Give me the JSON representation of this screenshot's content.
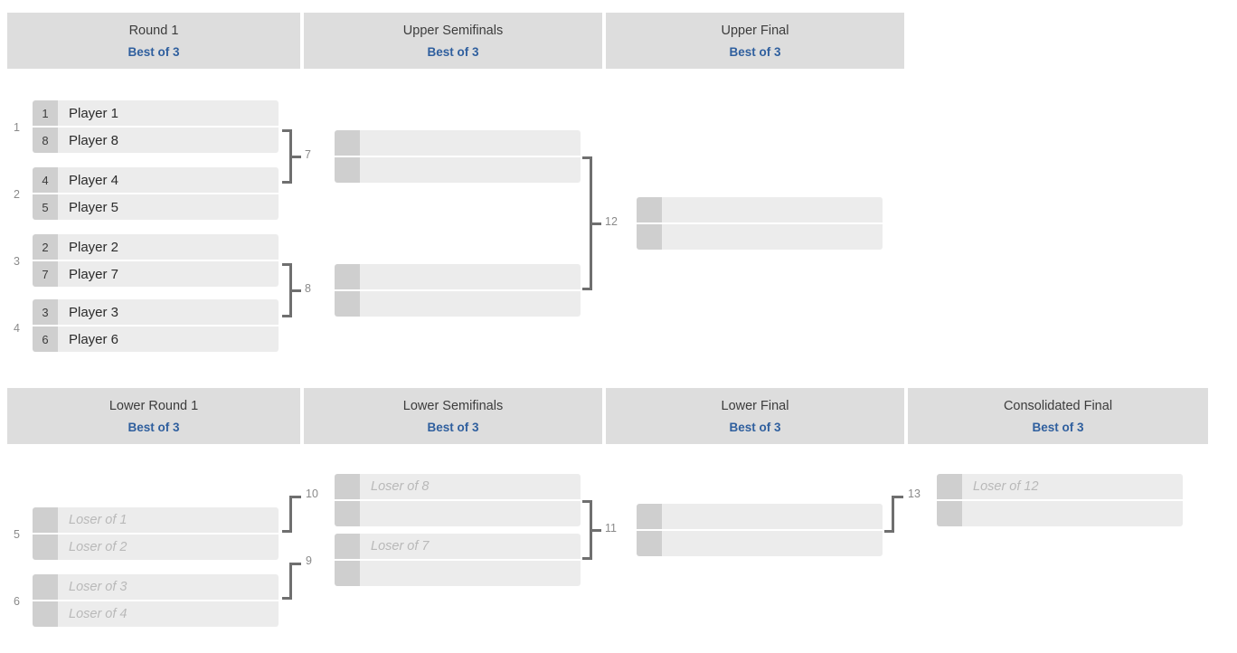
{
  "upper_bracket": {
    "headers": [
      {
        "title": "Round 1",
        "format": "Best of 3"
      },
      {
        "title": "Upper Semifinals",
        "format": "Best of 3"
      },
      {
        "title": "Upper Final",
        "format": "Best of 3"
      }
    ],
    "round1": {
      "matches": [
        {
          "index": "1",
          "slots": [
            {
              "seed": "1",
              "name": "Player 1"
            },
            {
              "seed": "8",
              "name": "Player 8"
            }
          ]
        },
        {
          "index": "2",
          "slots": [
            {
              "seed": "4",
              "name": "Player 4"
            },
            {
              "seed": "5",
              "name": "Player 5"
            }
          ]
        },
        {
          "index": "3",
          "slots": [
            {
              "seed": "2",
              "name": "Player 2"
            },
            {
              "seed": "7",
              "name": "Player 7"
            }
          ]
        },
        {
          "index": "4",
          "slots": [
            {
              "seed": "3",
              "name": "Player 3"
            },
            {
              "seed": "6",
              "name": "Player 6"
            }
          ]
        }
      ]
    },
    "upper_semifinals": {
      "matches": [
        {
          "index": "7",
          "slots": [
            {
              "seed": "",
              "name": ""
            },
            {
              "seed": "",
              "name": ""
            }
          ]
        },
        {
          "index": "8",
          "slots": [
            {
              "seed": "",
              "name": ""
            },
            {
              "seed": "",
              "name": ""
            }
          ]
        }
      ]
    },
    "upper_final": {
      "matches": [
        {
          "index": "12",
          "slots": [
            {
              "seed": "",
              "name": ""
            },
            {
              "seed": "",
              "name": ""
            }
          ]
        }
      ]
    }
  },
  "lower_bracket": {
    "headers": [
      {
        "title": "Lower Round 1",
        "format": "Best of 3"
      },
      {
        "title": "Lower Semifinals",
        "format": "Best of 3"
      },
      {
        "title": "Lower Final",
        "format": "Best of 3"
      },
      {
        "title": "Consolidated Final",
        "format": "Best of 3"
      }
    ],
    "lower_round1": {
      "matches": [
        {
          "index": "5",
          "slots": [
            {
              "seed": "",
              "name": "Loser of 1"
            },
            {
              "seed": "",
              "name": "Loser of 2"
            }
          ]
        },
        {
          "index": "6",
          "slots": [
            {
              "seed": "",
              "name": "Loser of 3"
            },
            {
              "seed": "",
              "name": "Loser of 4"
            }
          ]
        }
      ]
    },
    "lower_semifinals": {
      "matches": [
        {
          "index": "10",
          "slots": [
            {
              "seed": "",
              "name": "Loser of 8"
            },
            {
              "seed": "",
              "name": ""
            }
          ]
        },
        {
          "index": "9",
          "slots": [
            {
              "seed": "",
              "name": "Loser of 7"
            },
            {
              "seed": "",
              "name": ""
            }
          ]
        }
      ]
    },
    "lower_final": {
      "matches": [
        {
          "index": "11",
          "slots": [
            {
              "seed": "",
              "name": ""
            },
            {
              "seed": "",
              "name": ""
            }
          ]
        }
      ]
    },
    "consolidated_final": {
      "matches": [
        {
          "index": "13",
          "slots": [
            {
              "seed": "",
              "name": "Loser of 12"
            },
            {
              "seed": "",
              "name": ""
            }
          ]
        }
      ]
    }
  },
  "colors": {
    "header_bg": "#dddddd",
    "format_text": "#2f5f9e",
    "row_bg": "#ececec",
    "seed_bg": "#cfcfcf",
    "connector": "#6f6f6f",
    "placeholder_text": "#b9b9b9"
  }
}
